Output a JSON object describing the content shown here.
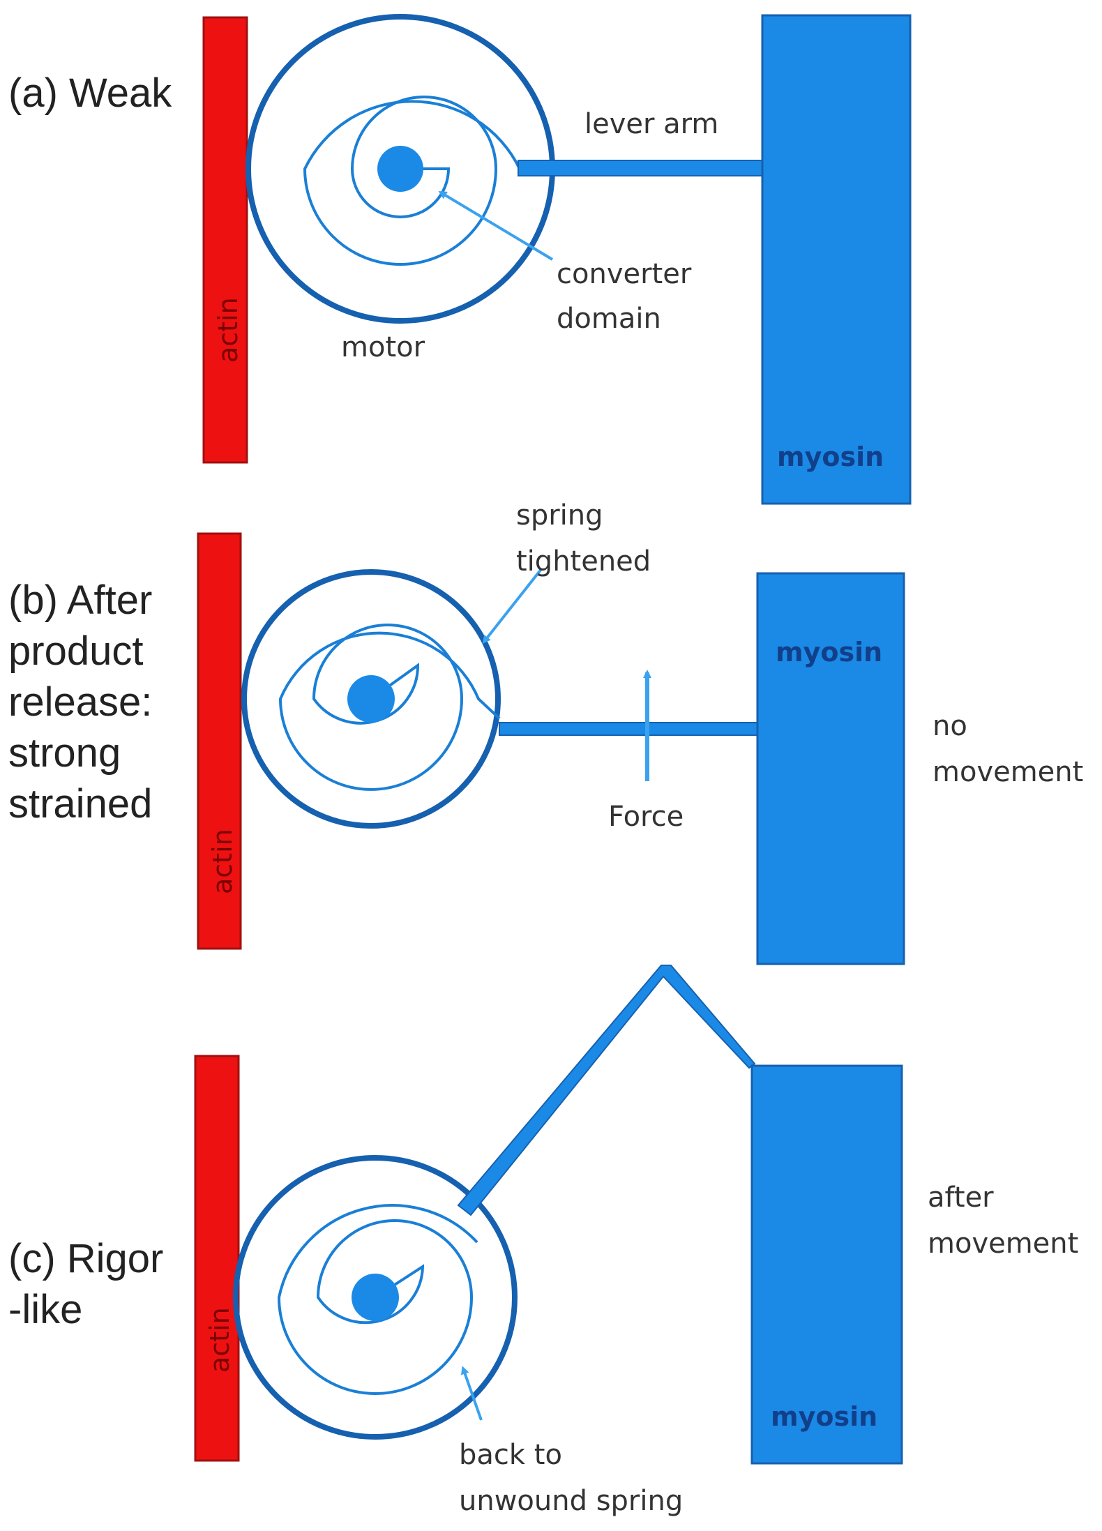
{
  "colors": {
    "actin": "#ee1111",
    "actin_text": "#7a0000",
    "myosin": "#1a8ae6",
    "myosin_text": "#123f8a",
    "motor_outline": "#1660b0",
    "spiral": "#1a7fd6",
    "lever": "#1a8ae6",
    "arrow": "#3aa2ee"
  },
  "panels": {
    "a": {
      "title_lines": [
        "(a) Weak"
      ],
      "actin": "actin",
      "myosin": "myosin",
      "lever_arm": "lever arm",
      "converter_lines": [
        "converter",
        "domain"
      ],
      "motor": "motor"
    },
    "b": {
      "title_lines": [
        "(b) After",
        "product",
        "release:",
        "strong",
        "strained"
      ],
      "actin": "actin",
      "myosin": "myosin",
      "spring_lines": [
        "spring",
        "tightened"
      ],
      "force": "Force",
      "status_lines": [
        "no",
        "movement"
      ]
    },
    "c": {
      "title_lines": [
        "(c) Rigor",
        "-like"
      ],
      "actin": "actin",
      "myosin": "myosin",
      "spring_lines": [
        "back to",
        "unwound spring"
      ],
      "status_lines": [
        "after",
        "movement"
      ]
    }
  }
}
